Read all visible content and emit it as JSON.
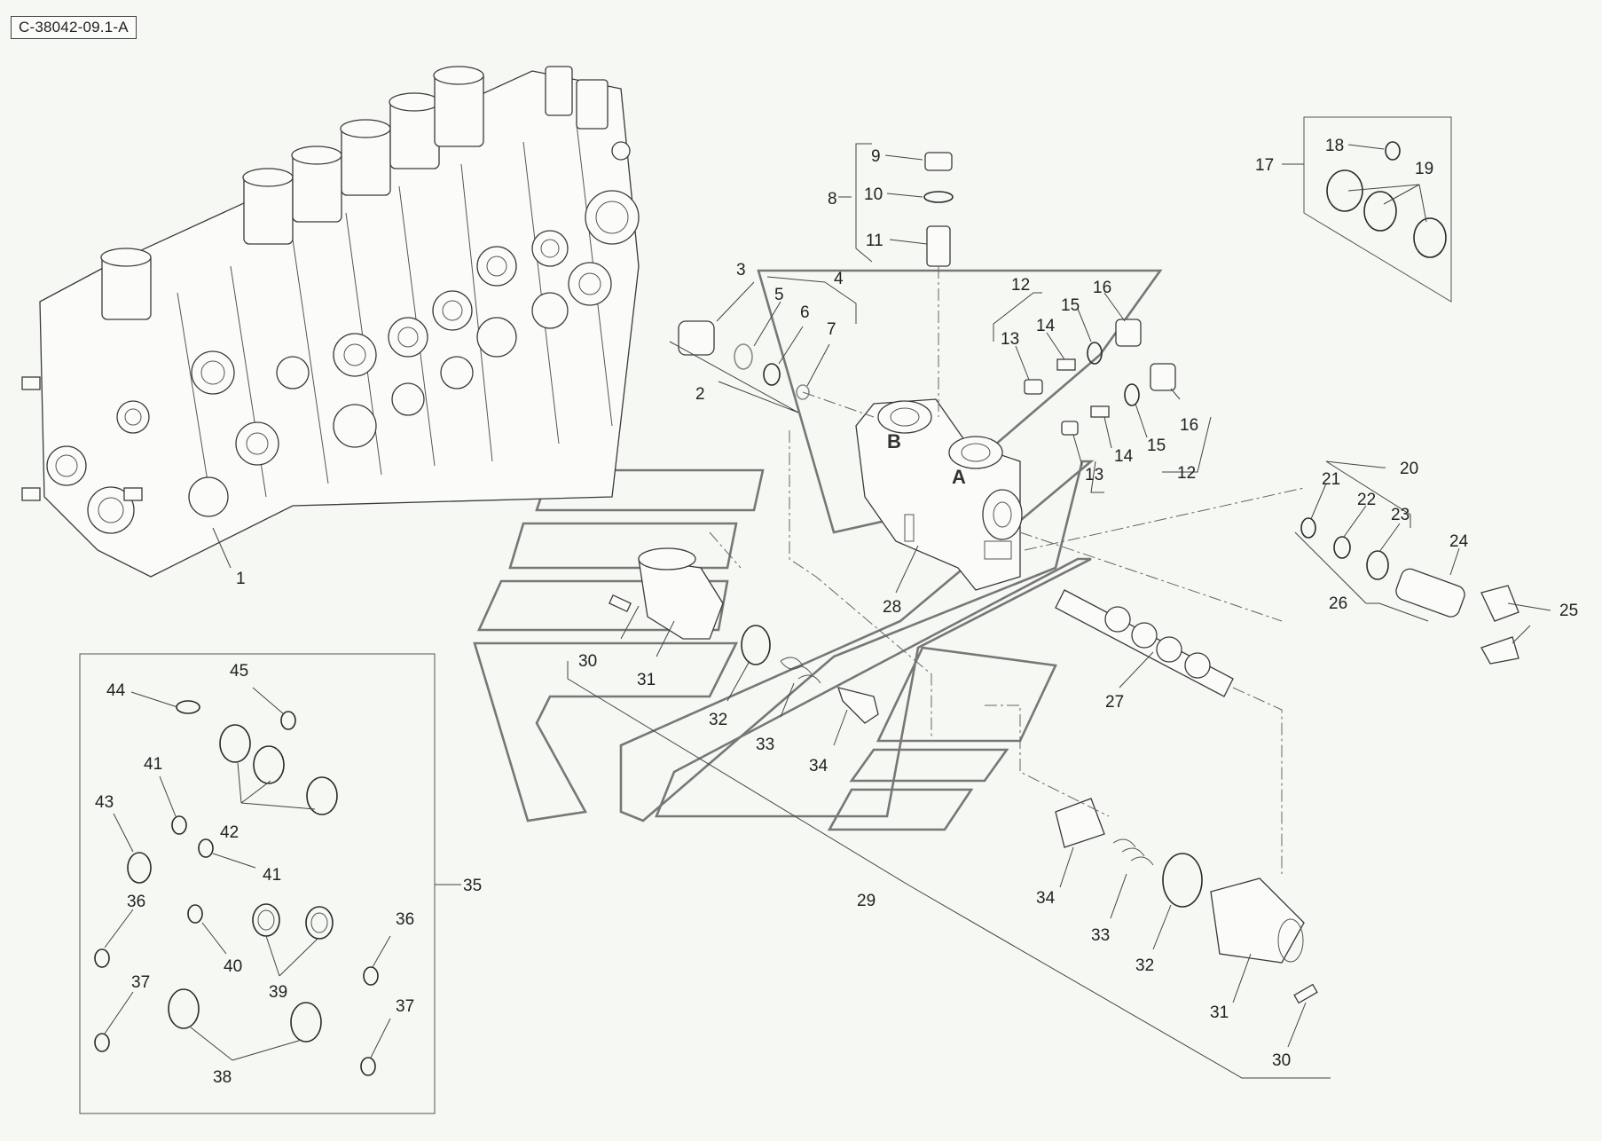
{
  "reference": "C-38042-09.1-A",
  "stamps": {
    "port_b": "B",
    "port_a": "A"
  },
  "callouts": {
    "c1": "1",
    "c2": "2",
    "c3": "3",
    "c4": "4",
    "c5": "5",
    "c6": "6",
    "c7": "7",
    "c8": "8",
    "c9": "9",
    "c10": "10",
    "c11": "11",
    "c12a": "12",
    "c12b": "12",
    "c13a": "13",
    "c13b": "13",
    "c14a": "14",
    "c14b": "14",
    "c15a": "15",
    "c15b": "15",
    "c16a": "16",
    "c16b": "16",
    "c17": "17",
    "c18": "18",
    "c19": "19",
    "c20": "20",
    "c21": "21",
    "c22": "22",
    "c23": "23",
    "c24": "24",
    "c25": "25",
    "c26": "26",
    "c27": "27",
    "c28": "28",
    "c29": "29",
    "c30a": "30",
    "c30b": "30",
    "c31a": "31",
    "c31b": "31",
    "c32a": "32",
    "c32b": "32",
    "c33a": "33",
    "c33b": "33",
    "c34a": "34",
    "c34b": "34",
    "c35": "35",
    "c36a": "36",
    "c36b": "36",
    "c37a": "37",
    "c37b": "37",
    "c38": "38",
    "c39": "39",
    "c40": "40",
    "c41a": "41",
    "c41b": "41",
    "c42": "42",
    "c43": "43",
    "c44": "44",
    "c45": "45"
  },
  "colors": {
    "line": "#3a3a3a",
    "background": "#f6f8f4",
    "watermark": "#777777"
  }
}
